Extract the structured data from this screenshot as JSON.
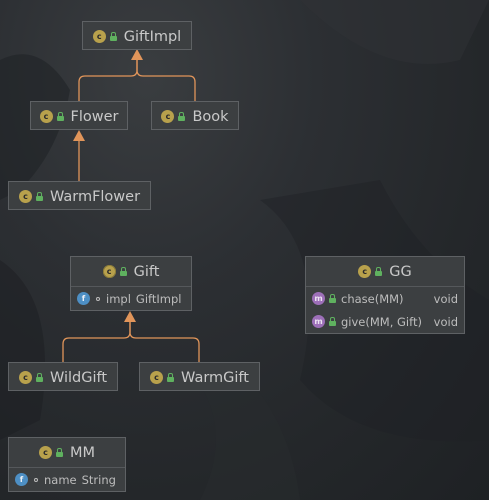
{
  "classes": {
    "giftimpl": {
      "name": "GiftImpl",
      "icon": "class-icon"
    },
    "flower": {
      "name": "Flower",
      "icon": "class-icon"
    },
    "book": {
      "name": "Book",
      "icon": "class-icon"
    },
    "warmflower": {
      "name": "WarmFlower",
      "icon": "class-icon"
    },
    "gift": {
      "name": "Gift",
      "icon": "abstract-class-icon",
      "fields": [
        {
          "badge": "f",
          "name": "impl",
          "type": "GiftImpl"
        }
      ]
    },
    "gg": {
      "name": "GG",
      "icon": "class-icon",
      "methods": [
        {
          "badge": "m",
          "name": "chase(MM)",
          "ret": "void"
        },
        {
          "badge": "m",
          "name": "give(MM, Gift)",
          "ret": "void"
        }
      ]
    },
    "wildgift": {
      "name": "WildGift",
      "icon": "class-icon"
    },
    "warmgift": {
      "name": "WarmGift",
      "icon": "class-icon"
    },
    "mm": {
      "name": "MM",
      "icon": "class-icon",
      "fields": [
        {
          "badge": "f",
          "name": "name",
          "type": "String"
        }
      ]
    }
  },
  "relations": [
    {
      "from": "Flower",
      "to": "GiftImpl",
      "kind": "extends"
    },
    {
      "from": "Book",
      "to": "GiftImpl",
      "kind": "extends"
    },
    {
      "from": "WarmFlower",
      "to": "Flower",
      "kind": "extends"
    },
    {
      "from": "WildGift",
      "to": "Gift",
      "kind": "extends"
    },
    {
      "from": "WarmGift",
      "to": "Gift",
      "kind": "extends"
    }
  ],
  "colors": {
    "edge": "#e1955a",
    "box_bg": "#3c3f41",
    "class_badge": "#b8a14c",
    "field_badge": "#4d8fc4",
    "method_badge": "#9d6fb8",
    "lock": "#5fb15f"
  }
}
